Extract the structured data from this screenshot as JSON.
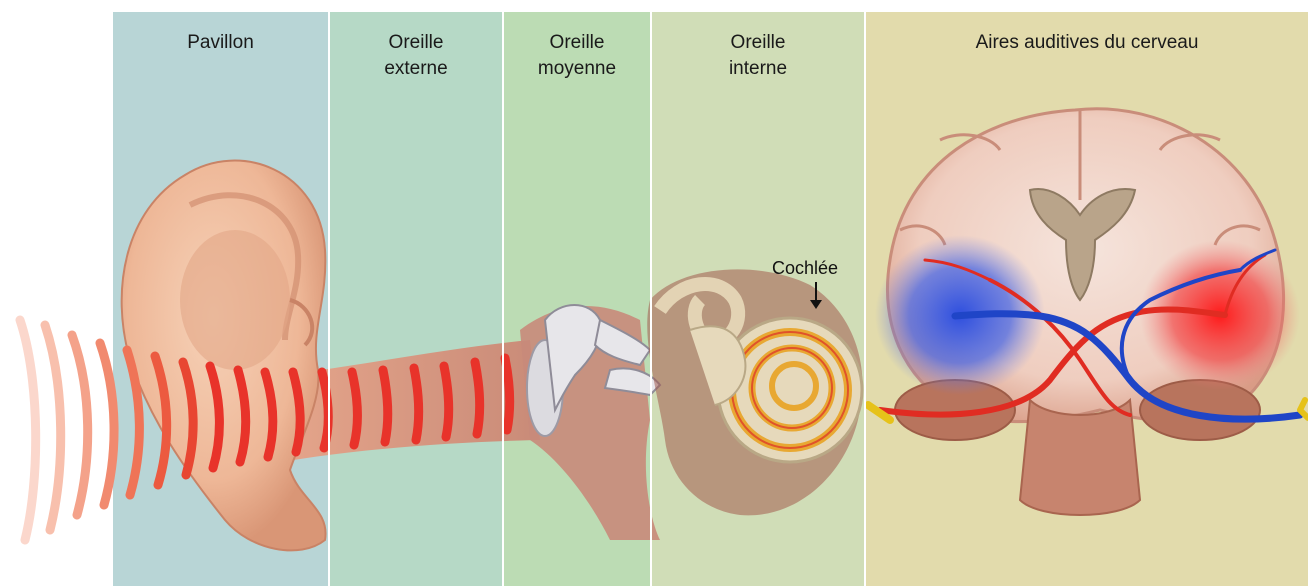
{
  "sections": [
    {
      "id": "pavillon",
      "lines": [
        "Pavillon"
      ],
      "color": "#b8d5d6"
    },
    {
      "id": "externe",
      "lines": [
        "Oreille",
        "externe"
      ],
      "color": "#b6d9c6"
    },
    {
      "id": "moyenne",
      "lines": [
        "Oreille",
        "moyenne"
      ],
      "color": "#bcdcb4"
    },
    {
      "id": "interne",
      "lines": [
        "Oreille",
        "interne"
      ],
      "color": "#d0ddb7"
    },
    {
      "id": "cerveau",
      "lines": [
        "Aires auditives du cerveau"
      ],
      "color": "#e2dbac"
    }
  ],
  "labels": {
    "cochlea": "Cochlée"
  },
  "colors": {
    "sound_wave": "#e8332a",
    "nerve_left": "#d9342b",
    "nerve_right": "#1f45c7",
    "skin": "#f2c2a4"
  }
}
